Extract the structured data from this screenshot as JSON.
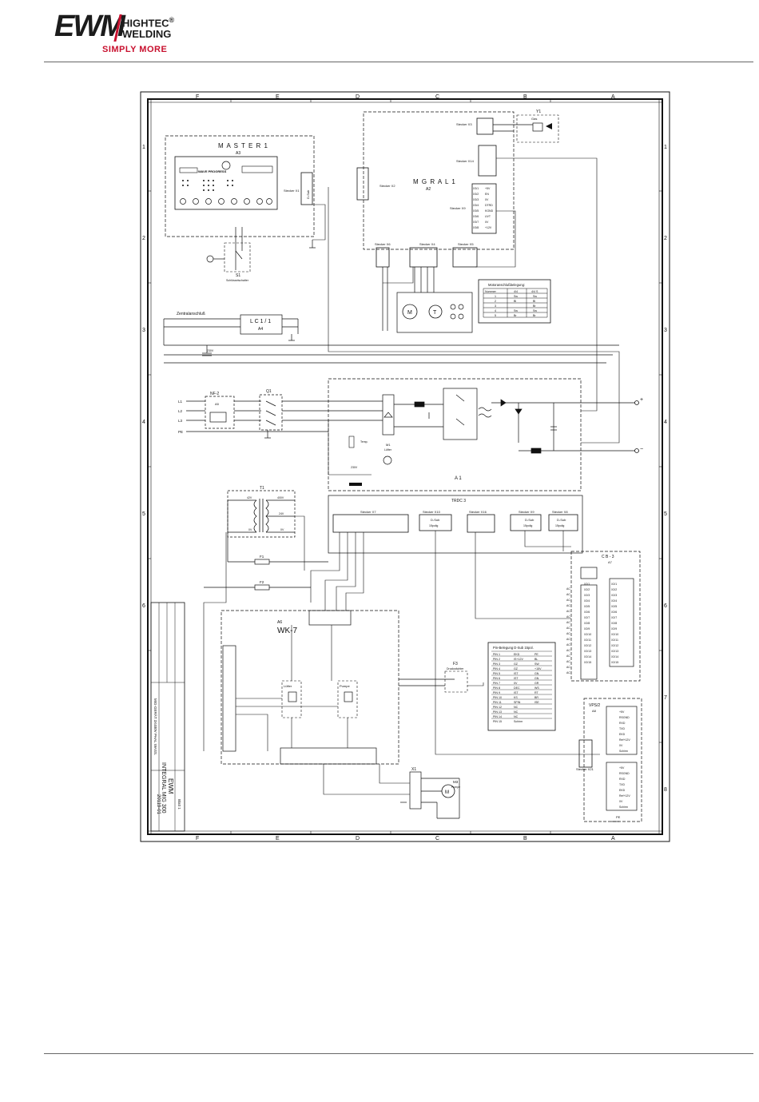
{
  "header": {
    "logo_brand": "EWM",
    "logo_line1": "HIGHTEC",
    "logo_line2": "WELDING",
    "logo_registered": "®",
    "slogan": "SIMPLY MORE"
  },
  "diagram": {
    "labels": {
      "master": "M A S T E R 1",
      "master_id": "A3",
      "master_display": "WAVE PROGRESS",
      "mgral": "M G R A L 1",
      "mgral_id": "A2",
      "lc": "L C 1 / 1",
      "lc_id": "A4",
      "nf": "NF-2",
      "nf_id": "A5",
      "q1": "Q1",
      "t1": "T1",
      "f1": "F1",
      "f2": "F2",
      "a1": "A 1",
      "trdc": "TRDC 3",
      "wk": "WK-7",
      "wk_id": "A6",
      "cb": "C B - 3",
      "cb_id": "A7",
      "vps": "VPS/2",
      "vps_id": "A8",
      "x1": "X1",
      "m3": "M3",
      "m3_sub": "Pumpe",
      "m1": "M1",
      "m1_sub": "Lüfter",
      "s1": "S1",
      "s1_sub": "Schlüsselschalter",
      "f3": "F3",
      "f3_sub": "Druckwächter",
      "y1": "Y1",
      "gas": "Gas",
      "zentral": "Zentralanschluß",
      "plus": "+",
      "minus": "−",
      "pe": "PE",
      "stecker_x1": "Stecker X1",
      "stecker_x2": "Stecker X2",
      "stecker_x3": "Stecker X3",
      "stecker_x4": "Stecker X4",
      "stecker_x5": "Stecker X5",
      "stecker_x6": "Stecker X6",
      "stecker_x7": "Stecker X7",
      "stecker_x8": "Stecker X8",
      "stecker_x9": "Stecker X9",
      "stecker_x10": "Stecker X10",
      "stecker_x14": "Stecker X14",
      "stecker_x15": "Stecker X15",
      "stecker_x16": "Stecker X16",
      "stecker_x21": "Stecker X21",
      "dsub": "D-Sub",
      "dsub_pol": "15polig",
      "luefter": "Lüfter",
      "pumpe": "Pumpe",
      "v400": "400V",
      "v42": "42V",
      "v24": "24V",
      "v0": "0V",
      "v230": "230V",
      "l1": "L1",
      "l2": "L2",
      "l3": "L3",
      "temp": "Temp."
    },
    "title_block": {
      "product": "INTEGRAL MIG 300",
      "subtitle": "MIG-GERÄT 3X400V PHAL WASS.",
      "drawing_no": "20119-01",
      "sheet": "Blatt 1",
      "company": "EWM"
    },
    "motor_table": {
      "title": "Motoranschlußbelegung:",
      "headers": [
        "Nummer",
        "4/4",
        "4/4 S"
      ],
      "rows": [
        [
          "1",
          "Sw",
          "Sw"
        ],
        [
          "2",
          "Bl",
          "Bl"
        ],
        [
          "3",
          "",
          "Br"
        ],
        [
          "4",
          "Sw",
          "Sw"
        ],
        [
          "5",
          "Br",
          "Br"
        ]
      ]
    },
    "dsub_table": {
      "title": "Pin-Belegung D-Sub 15pol.",
      "rows": [
        [
          "PIN 1",
          "EKD",
          "PE"
        ],
        [
          "PIN 2",
          "IS+12V",
          "BL"
        ],
        [
          "PIN 3",
          "GZ",
          "SW"
        ],
        [
          "PIN 4",
          "GZ",
          "+15V"
        ],
        [
          "PIN 5",
          "IST",
          "GN"
        ],
        [
          "PIN 6",
          "IST",
          "GN"
        ],
        [
          "PIN 7",
          "0V",
          "GR"
        ],
        [
          "PIN 8",
          "DEC",
          "WS"
        ],
        [
          "PIN 9",
          "IST",
          "RT"
        ],
        [
          "PIN 10",
          "KS",
          "BR"
        ],
        [
          "PIN 11",
          "SPIN",
          "ISE"
        ],
        [
          "PIN 12",
          "NC",
          ""
        ],
        [
          "PIN 13",
          "NC",
          ""
        ],
        [
          "PIN 14",
          "NC",
          ""
        ],
        [
          "PIN 15",
          "Schirm",
          ""
        ]
      ]
    },
    "cb_inputs": [
      "AC",
      "AC",
      "AC",
      "AC",
      "AC",
      "AC",
      "AC",
      "AC",
      "AC",
      "AC",
      "AC",
      "AC",
      "AC",
      "AC",
      "AC",
      "AC"
    ],
    "cb_outputs": [
      "X2/1",
      "X2/2",
      "X2/3",
      "X2/4",
      "X2/5",
      "X2/6",
      "X2/7",
      "X2/8",
      "X2/9",
      "X2/10",
      "X2/11",
      "X2/12",
      "X2/13",
      "X2/14",
      "X2/15"
    ],
    "vps_outputs": [
      "+5V",
      "RSGND",
      "RXD",
      "TXD",
      "EKD",
      "Ref+12V",
      "0V",
      "Schirm"
    ],
    "mgral_pins": [
      "X3/1",
      "X3/2",
      "X3/3",
      "X3/4",
      "X3/5",
      "X3/6",
      "X3/7",
      "X3/8"
    ],
    "mgral_pin_labels": [
      "+5V",
      "EN",
      "0V",
      "DTRD",
      "KGND",
      "UVT",
      "0V",
      "+12V"
    ],
    "border_letters_top": [
      "F",
      "E",
      "D",
      "C",
      "B",
      "A"
    ],
    "border_numbers": [
      "1",
      "2",
      "3",
      "4",
      "5",
      "6",
      "7",
      "8"
    ]
  }
}
